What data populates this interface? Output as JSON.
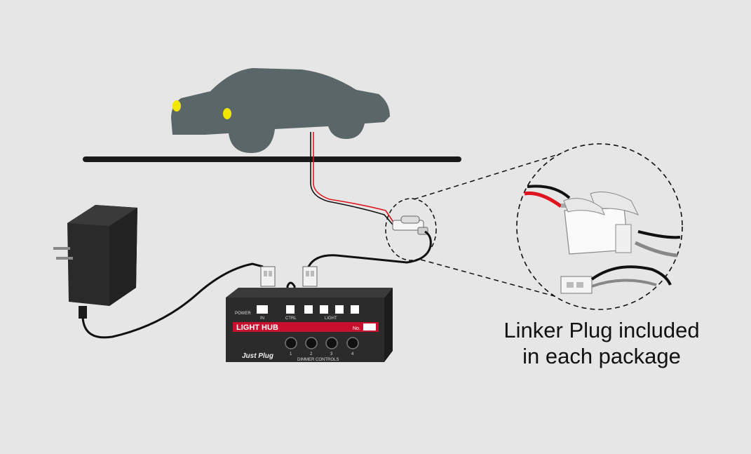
{
  "hub": {
    "title": "LIGHT HUB",
    "number_label": "No.",
    "brand": "Just Plug",
    "power_label": "POWER",
    "in_label": "IN",
    "ctrl_label": "CTRL",
    "light_label": "LIGHT",
    "dimmer_label": "DIMMER CONTROLS",
    "knob_numbers": [
      "1",
      "2",
      "3",
      "4"
    ]
  },
  "caption": {
    "line1": "Linker Plug included",
    "line2": "in each package"
  },
  "colors": {
    "background": "#e6e6e6",
    "car": "#5b6668",
    "headlight": "#f2e600",
    "hub_body": "#2b2b2b",
    "hub_label_bar": "#c8102e",
    "wire_red": "#e0141e",
    "wire_black": "#111111"
  }
}
